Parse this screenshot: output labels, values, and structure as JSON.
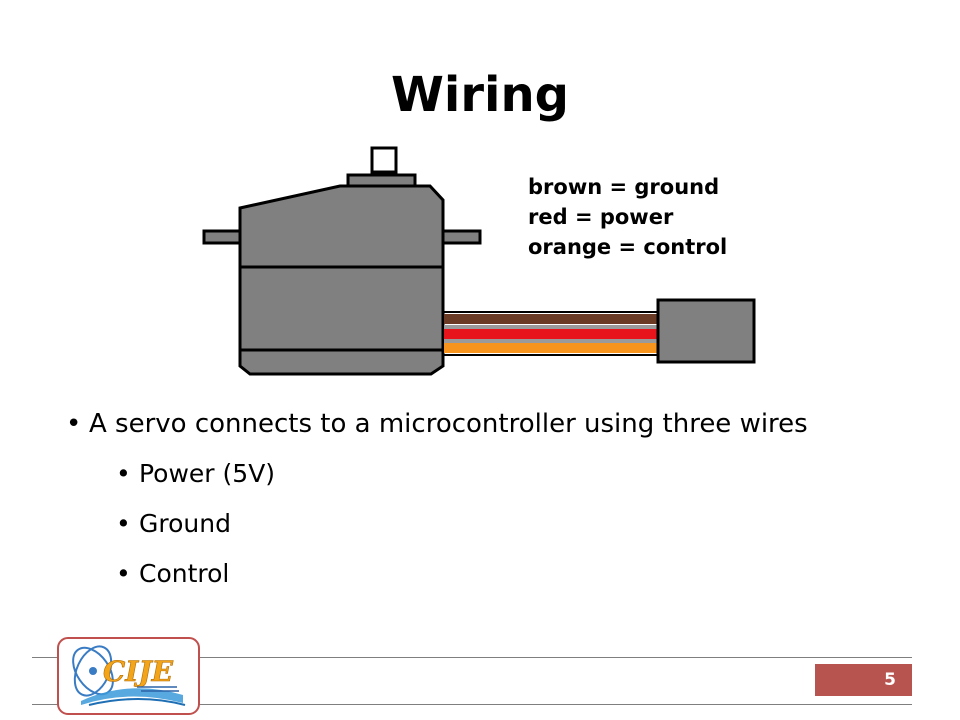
{
  "slide": {
    "title": "Wiring",
    "page_number": "5"
  },
  "diagram": {
    "legend": [
      "brown = ground",
      "red = power",
      "orange = control"
    ],
    "colors": {
      "servo_body": "#808080",
      "outline": "#000000",
      "wire_brown": "#6b3a24",
      "wire_red": "#e8141c",
      "wire_orange": "#f7941d",
      "wire_gap": "#9a9a9a"
    }
  },
  "bullets": {
    "main": "A servo connects to a microcontroller using three wires",
    "sub": [
      "Power (5V)",
      "Ground",
      "Control"
    ]
  },
  "logo": {
    "text": "CIJE"
  },
  "theme": {
    "accent": "#b85450",
    "logo_border": "#c0504d",
    "rule": "#7f7f7f"
  }
}
